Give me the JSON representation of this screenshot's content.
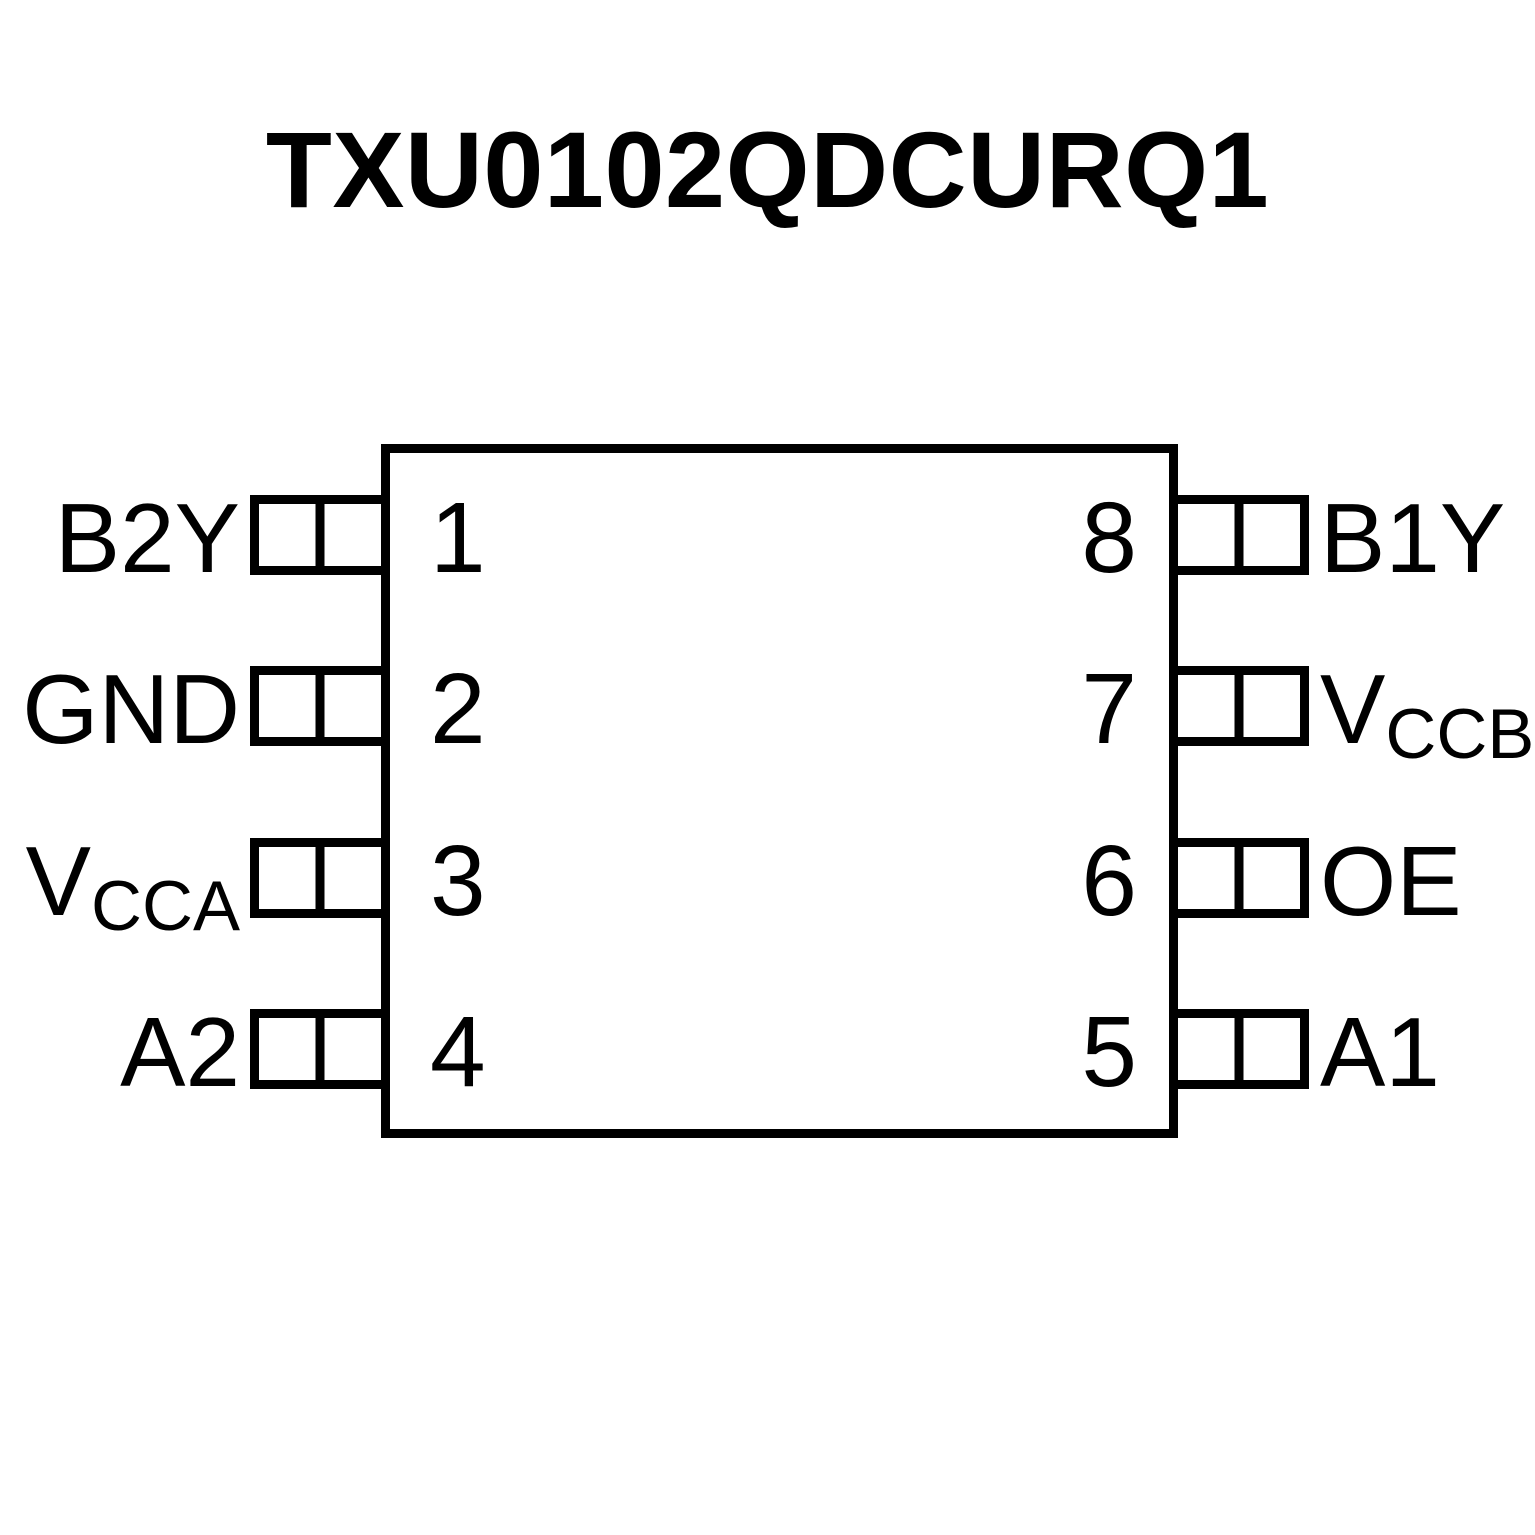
{
  "title": "TXU0102QDCURQ1",
  "diagram": {
    "type": "ic-pinout",
    "package_shape": "rectangle",
    "pin_count": 8
  },
  "pins": {
    "left": [
      {
        "number": "1",
        "label_base": "B2Y",
        "label_sub": ""
      },
      {
        "number": "2",
        "label_base": "GND",
        "label_sub": ""
      },
      {
        "number": "3",
        "label_base": "V",
        "label_sub": "CCA"
      },
      {
        "number": "4",
        "label_base": "A2",
        "label_sub": ""
      }
    ],
    "right": [
      {
        "number": "8",
        "label_base": "B1Y",
        "label_sub": ""
      },
      {
        "number": "7",
        "label_base": "V",
        "label_sub": "CCB"
      },
      {
        "number": "6",
        "label_base": "OE",
        "label_sub": ""
      },
      {
        "number": "5",
        "label_base": "A1",
        "label_sub": ""
      }
    ]
  },
  "colors": {
    "ink": "#000000",
    "background": "#ffffff"
  }
}
